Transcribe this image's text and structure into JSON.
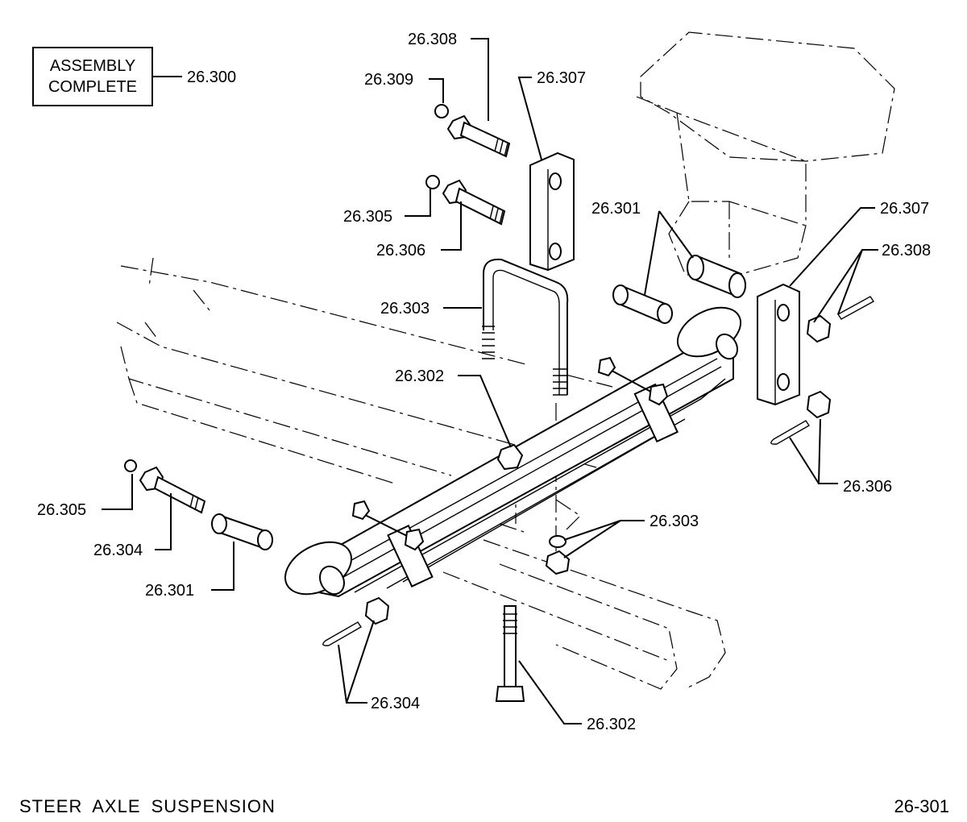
{
  "assembly": {
    "line1": "ASSEMBLY",
    "line2": "COMPLETE",
    "ref": "26.300"
  },
  "callouts": {
    "c308_top": "26.308",
    "c309": "26.309",
    "c307_left": "26.307",
    "c305_top": "26.305",
    "c306_top": "26.306",
    "c301_top": "26.301",
    "c307_right": "26.307",
    "c308_right": "26.308",
    "c303_ubolt": "26.303",
    "c302_nut": "26.302",
    "c306_right": "26.306",
    "c305_left": "26.305",
    "c304_left": "26.304",
    "c301_left": "26.301",
    "c303_right": "26.303",
    "c304_bottom": "26.304",
    "c302_bottom": "26.302"
  },
  "footer": {
    "title": "STEER  AXLE  SUSPENSION",
    "page": "26-301"
  }
}
